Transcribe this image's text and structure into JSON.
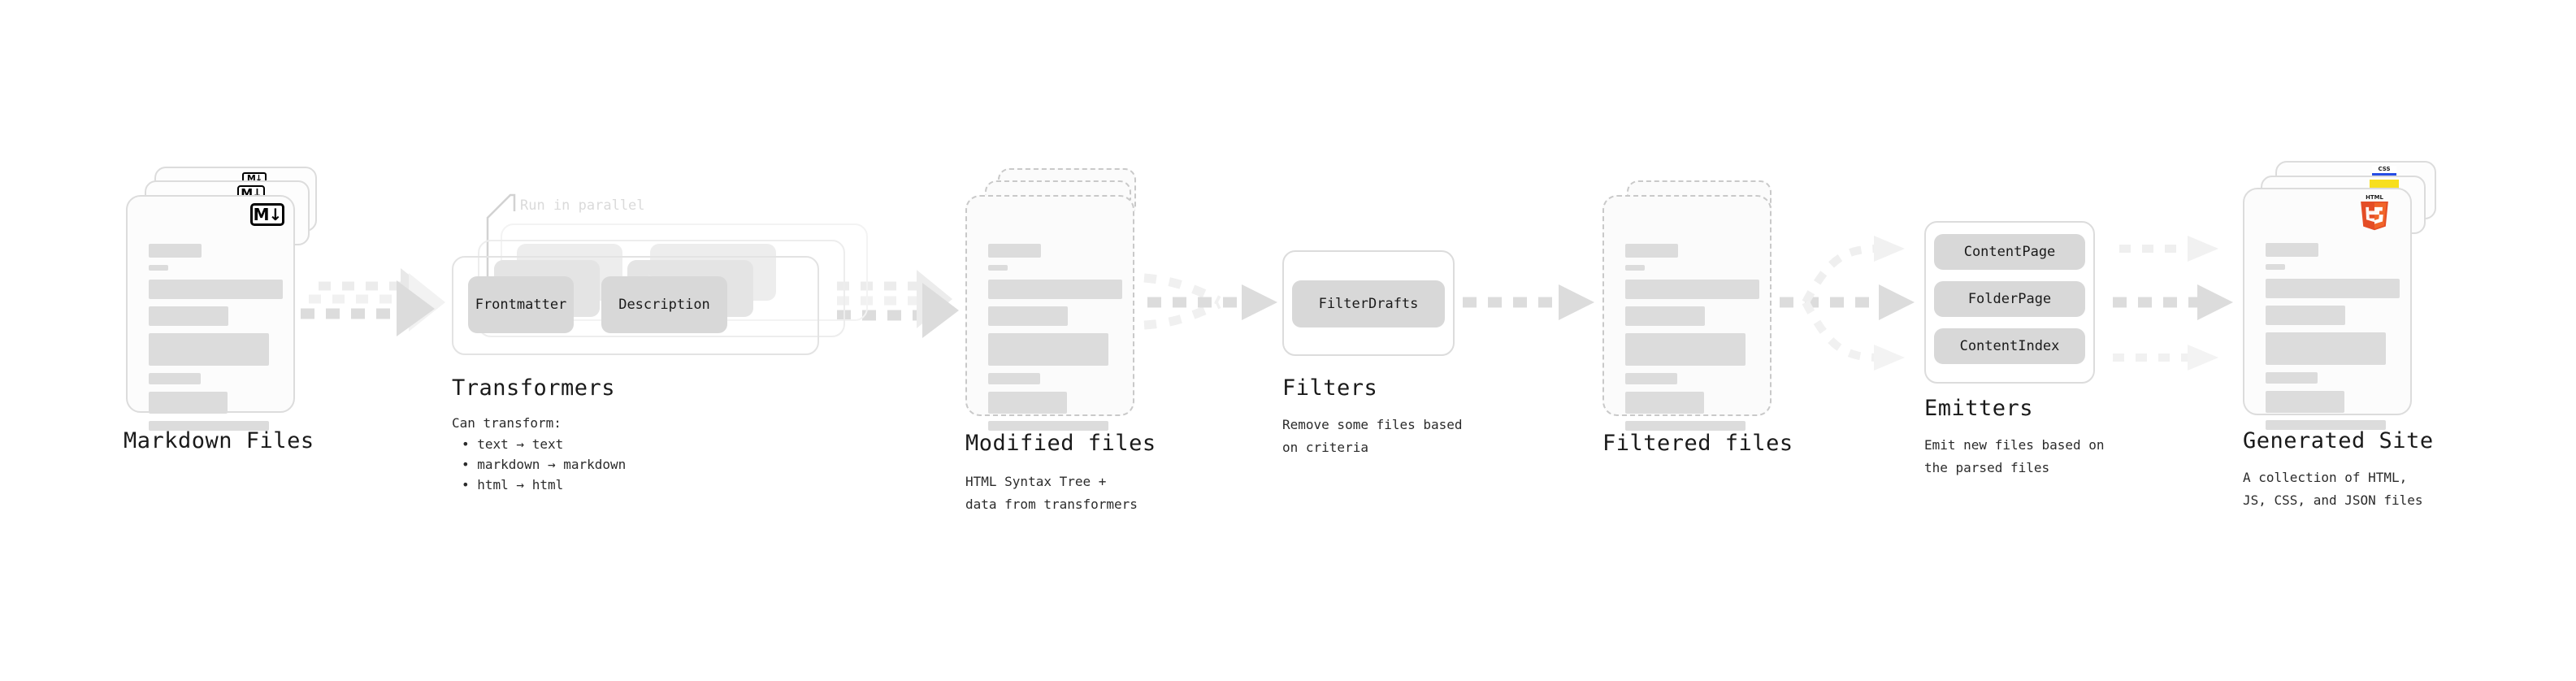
{
  "diagram": {
    "type": "pipeline-flow",
    "background": "#ffffff",
    "accent_colors": {
      "bar_gray": "#dcdcdc",
      "pill_gray": "#d8d8d8",
      "border_gray": "#dcdcdc",
      "arrow_gray": "#d9d9d9",
      "note_gray": "#dadada",
      "html5_orange": "#e44d26",
      "js_yellow": "#f7df1e",
      "css_blue": "#264de4"
    }
  },
  "stages": [
    {
      "id": "markdown-files",
      "title": "Markdown Files",
      "subtitle": "",
      "badge": "markdown-logo",
      "badge_text": "M↓",
      "card_style": "solid",
      "stacked": 3
    },
    {
      "id": "transformers",
      "title": "Transformers",
      "subtitle": "Can transform:",
      "bullets": [
        "• text → text",
        "• markdown → markdown",
        "• html → html"
      ],
      "note": "Run in parallel",
      "pills": [
        "Frontmatter",
        "Description"
      ],
      "card_style": "outline",
      "stacked": 3
    },
    {
      "id": "modified-files",
      "title": "Modified files",
      "subtitle": "HTML Syntax Tree +\ndata from transformers",
      "card_style": "dashed",
      "stacked": 3
    },
    {
      "id": "filters",
      "title": "Filters",
      "subtitle": "Remove some files based\non criteria",
      "pills": [
        "FilterDrafts"
      ],
      "card_style": "outline",
      "stacked": 1
    },
    {
      "id": "filtered-files",
      "title": "Filtered files",
      "subtitle": "",
      "card_style": "dashed",
      "stacked": 2
    },
    {
      "id": "emitters",
      "title": "Emitters",
      "subtitle": "Emit new files based on\nthe parsed files",
      "pills": [
        "ContentPage",
        "FolderPage",
        "ContentIndex"
      ],
      "card_style": "outline",
      "stacked": 1
    },
    {
      "id": "generated-site",
      "title": "Generated Site",
      "subtitle": "A collection of HTML,\nJS, CSS, and JSON files",
      "badges": [
        "html5-logo",
        "js-badge",
        "css-badge"
      ],
      "badge_labels": {
        "html5": "HTML",
        "html5_digit": "5",
        "css": "CSS"
      },
      "card_style": "solid",
      "stacked": 3
    }
  ],
  "labels": {
    "markdown_files": "Markdown Files",
    "transformers": "Transformers",
    "transformers_sub": "Can transform:",
    "bullet_text": "• text → text",
    "bullet_markdown": "• markdown → markdown",
    "bullet_html": "• html → html",
    "run_in_parallel": "Run in parallel",
    "pill_frontmatter": "Frontmatter",
    "pill_description": "Description",
    "modified_files": "Modified files",
    "modified_files_sub_l1": "HTML Syntax Tree +",
    "modified_files_sub_l2": "data from transformers",
    "filters": "Filters",
    "filters_sub_l1": "Remove some files based",
    "filters_sub_l2": "on criteria",
    "pill_filterdrafts": "FilterDrafts",
    "filtered_files": "Filtered files",
    "emitters": "Emitters",
    "emitters_sub_l1": "Emit new files based on",
    "emitters_sub_l2": "the parsed files",
    "pill_contentpage": "ContentPage",
    "pill_folderpage": "FolderPage",
    "pill_contentindex": "ContentIndex",
    "generated_site": "Generated Site",
    "generated_site_sub_l1": "A collection of HTML,",
    "generated_site_sub_l2": "JS, CSS, and JSON files",
    "md_logo_text": "M↓",
    "html5_text": "HTML",
    "html5_digit": "5",
    "css_text": "CSS"
  },
  "connectors": [
    {
      "from": "markdown-files",
      "to": "transformers",
      "style": "dotted-multi",
      "arrowheads": 1
    },
    {
      "from": "transformers",
      "to": "modified-files",
      "style": "dotted-multi",
      "arrowheads": 1
    },
    {
      "from": "modified-files",
      "to": "filters",
      "style": "dotted-fanin",
      "arrowheads": 1
    },
    {
      "from": "filters",
      "to": "filtered-files",
      "style": "dotted",
      "arrowheads": 1
    },
    {
      "from": "filtered-files",
      "to": "emitters",
      "style": "dotted-fanout",
      "arrowheads": 3
    },
    {
      "from": "emitters",
      "to": "generated-site",
      "style": "dotted-triple",
      "arrowheads": 3
    }
  ]
}
